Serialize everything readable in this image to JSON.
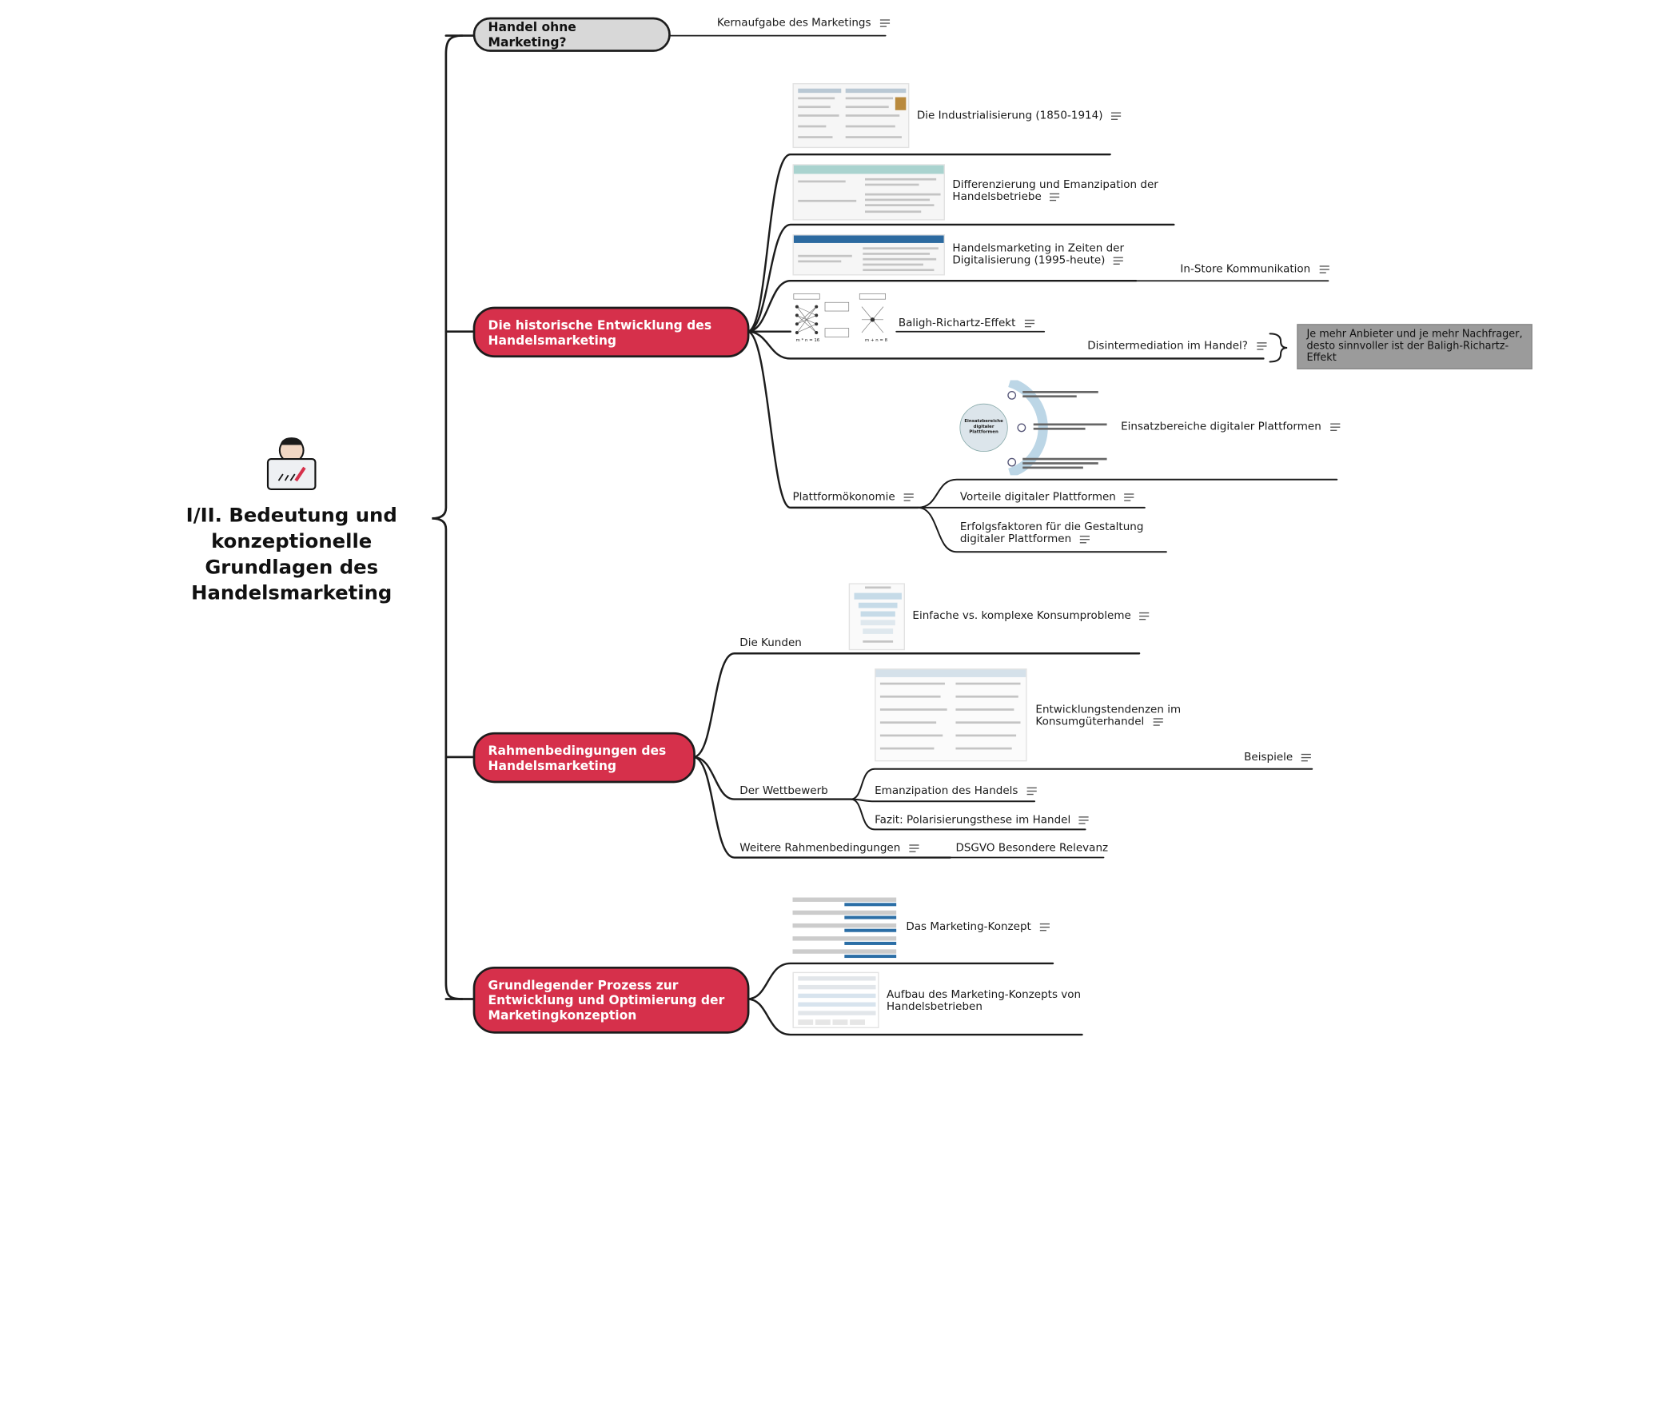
{
  "root": {
    "title": "I/II. Bedeutung und konzeptionelle Grundlagen des Handelsmarketing",
    "icon": "person-at-laptop-icon"
  },
  "colors": {
    "main_branch": "#d6304b",
    "first_branch": "#d8d8d8",
    "callout": "#9b9b9b",
    "line": "#1c1c1c"
  },
  "branches": {
    "handel": {
      "label": "Handel ohne Marketing?",
      "items": [
        "Kernaufgabe des Marketings"
      ]
    },
    "historie": {
      "label": "Die historische Entwicklung des Handelsmarketing",
      "items": [
        "Die Industrialisierung (1850-1914)",
        "Differenzierung und Emanzipation der Handelsbetriebe",
        "Handelsmarketing in Zeiten der Digitalisierung (1995-heute)",
        "In-Store Kommunikation",
        "Baligh-Richartz-Effekt",
        "Disintermediation im Handel?",
        "Plattformökonomie",
        "Einsatzbereiche digitaler Plattformen",
        "Vorteile digitaler Plattformen",
        "Erfolgsfaktoren für die Gestaltung digitaler Plattformen"
      ],
      "callout": "Je mehr Anbieter und je mehr Nachfrager, desto sinnvoller ist der Baligh-Richartz-Effekt"
    },
    "rahmen": {
      "label": "Rahmenbedingungen des Handelsmarketing",
      "items": [
        "Die Kunden",
        "Einfache vs. komplexe Konsumprobleme",
        "Entwicklungstendenzen im Konsumgüterhandel",
        "Beispiele",
        "Der Wettbewerb",
        "Emanzipation des Handels",
        "Fazit: Polarisierungsthese im Handel",
        "Weitere Rahmenbedingungen",
        "DSGVO Besondere Relevanz"
      ]
    },
    "prozess": {
      "label": "Grundlegender Prozess zur Entwicklung und Optimierung der Marketingkonzeption",
      "items": [
        "Das Marketing-Konzept",
        "Aufbau des Marketing-Konzepts von Handelsbetrieben"
      ]
    }
  },
  "thumbs": {
    "ellipse_title": "Einsatzbereiche digitaler Plattformen",
    "baligh_left": "m * n = 16",
    "baligh_right": "m + n = 8"
  }
}
